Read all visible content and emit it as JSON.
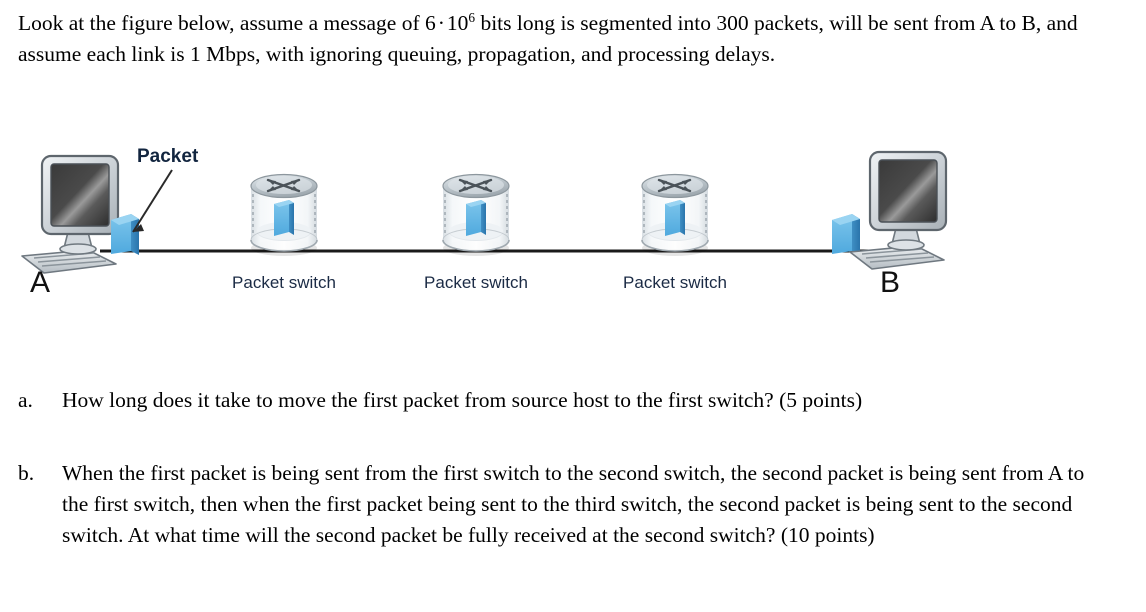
{
  "intro": {
    "part1": "Look at the figure below, assume a message of 6",
    "middot": "·",
    "base": "10",
    "exponent": "6",
    "part2": "bits long is segmented into 300 packets, will be sent from A to B, and assume each link is 1 Mbps, with ignoring queuing, propagation, and processing delays."
  },
  "figure": {
    "packet_callout": "Packet",
    "host_a_label": "A",
    "host_b_label": "B",
    "switches": [
      {
        "label": "Packet switch"
      },
      {
        "label": "Packet switch"
      },
      {
        "label": "Packet switch"
      }
    ],
    "colors": {
      "packet_front": "#5cb3e4",
      "packet_side": "#2f7fb8",
      "link_line": "#1a1a1a",
      "label_text": "#1b2b45",
      "switch_body": "#e9eef2",
      "switch_top": "#b9c2c7",
      "monitor_screen_dark": "#2b2b2b",
      "monitor_bezel": "#c9ced3"
    }
  },
  "questions": [
    {
      "marker": "a.",
      "text": "How long does it take to move the first packet from source host to the first switch? (5 points)"
    },
    {
      "marker": "b.",
      "text": "When the first packet is being sent from the first switch to the second switch, the second packet is being sent from A to the first switch, then when the first packet being sent to the third switch, the second packet is being sent to the second switch. At what time will the second packet be fully received at the second switch? (10 points)"
    }
  ]
}
